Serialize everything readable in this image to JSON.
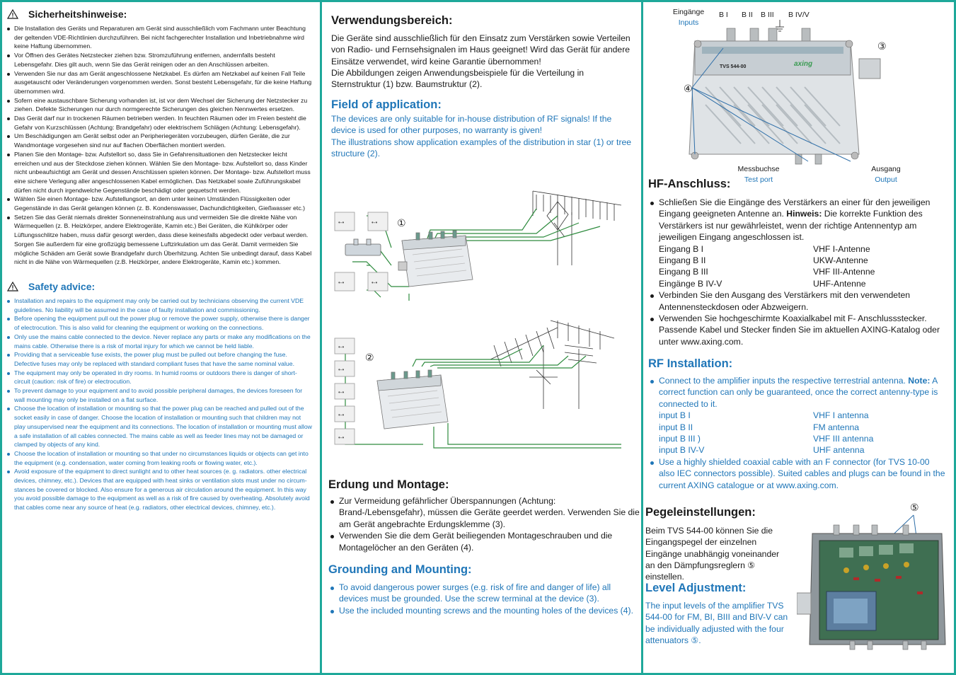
{
  "colors": {
    "frame": "#1ea89a",
    "english_text": "#1f76b8",
    "german_text": "#1a1a1a"
  },
  "safety_de": {
    "icon": "warning-triangle-icon",
    "title": "Sicherheitshinweise:",
    "items": [
      "Die Installation des Geräts und Reparaturen am Gerät sind ausschließlich vom Fachmann unter Beachtung der geltenden VDE-Richtlinien durchzuführen. Bei nicht fachgerechter Installation und Inbetriebnahme wird keine Haftung übernommen.",
      "Vor Öffnen des Gerätes Netzstecker ziehen bzw. Stromzuführung entfernen, andernfalls besteht Lebensgefahr. Dies gilt auch, wenn Sie das Gerät reinigen oder an den Anschlüssen arbeiten.",
      "Verwenden Sie nur das am Gerät angeschlossene Netzkabel. Es dürfen am Netzkabel auf keinen Fall Teile ausgetauscht oder Veränderungen vorgenommen werden. Sonst besteht Lebensgefahr, für die keine Haftung übernommen wird.",
      "Sofern eine austauschbare Sicherung vorhanden ist, ist vor dem Wechsel der Sicherung der Netzstecker zu ziehen. Defekte Sicherungen nur durch normgerechte Sicherungen des gleichen Nennwertes ersetzen.",
      "Das Gerät darf nur in trockenen Räumen betrieben werden. In feuchten Räumen oder im Freien besteht die Gefahr von Kurzschlüssen (Achtung: Brandgefahr) oder elektrischem Schlägen (Achtung: Lebensgefahr).",
      "Um Beschädigungen am Gerät selbst oder an Peripheriegeräten vorzubeugen, dürfen Geräte, die zur Wandmontage vorgesehen sind nur auf flachen Oberflächen montiert werden.",
      "Planen Sie den Montage- bzw. Aufstellort so, dass Sie in Gefahrensituationen den Netzstecker leicht erreichen und aus der Steckdose ziehen können. Wählen Sie den Montage- bzw. Aufstellort so, dass Kinder nicht unbeaufsichtigt am Gerät und dessen Anschlüssen spielen können. Der Montage- bzw. Aufstellort muss eine sichere Verlegung aller angeschlossenen Kabel ermöglichen. Das Netzkabel sowie Zuführungskabel dürfen nicht durch irgendwelche Gegenstände beschädigt oder gequetscht werden.",
      "Wählen Sie einen Montage- bzw. Aufstellungsort, an dem unter keinen Umständen Flüssigkeiten oder Gegenstände in das Gerät gelangen können (z. B. Kondenswasser, Dachundichtigkeiten, Gießwasser etc.)",
      "Setzen Sie das Gerät niemals direkter Sonneneinstrahlung aus und vermeiden Sie die direkte Nähe von Wärmequellen (z. B. Heizkörper, andere Elektrogeräte, Kamin etc.) Bei Geräten, die Kühlkörper oder Lüftungsschlitze haben, muss dafür gesorgt werden, dass diese keinesfalls abgedeckt oder verbaut werden. Sorgen Sie außerdem für eine großzügig bemessene Luftzirkulation um das Gerät. Damit vermeiden Sie mögliche Schäden am Gerät sowie Brandgefahr durch Überhitzung. Achten Sie unbedingt darauf, dass Kabel nicht in die Nähe von Wärmequellen (z.B. Heizkörper, andere Elektrogeräte, Kamin etc.) kommen."
    ]
  },
  "safety_en": {
    "icon": "warning-triangle-icon",
    "title": "Safety advice:",
    "items": [
      "Installation and repairs to the equipment may only be carried out by technicians observing the current VDE guidelines. No liability will be assumed in the case of faulty installation and commissioning.",
      "Before opening the equipment pull out the power plug or remove the power supply, otherwise there is danger of electrocution. This is also valid for cleaning the equipment or working on the connections.",
      "Only use the mains cable connected to the device. Never replace any parts or make any modifications on the mains cable. Otherwise there is a risk of mortal injury for which we cannot be held liable.",
      "Providing that a serviceable fuse exists, the power plug must be pulled out before changing the fuse. Defective fuses may only be replaced with standard compliant fuses that have the same nominal value.",
      "The equipment may only be operated in dry rooms. In humid rooms or outdoors there is danger of short-circuit (caution: risk of fire) or electrocution.",
      "To prevent damage to your equipment and to avoid possible peripheral damages, the devices foreseen for wall mounting may only be installed on a flat surface.",
      "Choose the location of installation or mounting so that the power plug can be reached and pulled out of the socket easily in case of danger. Choose the location of installation or mounting such that children may not play unsupervised near the equipment and its connections. The location of installation or mounting must allow a safe installation of all cables connected. The mains cable as well as feeder lines may not be damaged or clamped by objects of any kind.",
      "Choose the location of installation or mounting so that under no circumstances liquids or objects can get into the equipment (e.g. condensation, water coming from leaking roofs or flowing water, etc.).",
      "Avoid exposure of the equipment to direct sunlight and to other heat sources (e. g. radiators. other electrical devices, chimney, etc.). Devices that are equipped with heat sinks or ventilation slots must under no circum-stances be covered or blocked. Also ensure for a generous air circulation around the equipment. In this way you avoid possible damage to the equipment as well as a risk of fire caused by overheating. Absolutely avoid that cables come near any source of heat (e.g. radiators, other electrical devices, chimney, etc.)."
    ]
  },
  "usage_de": {
    "title": "Verwendungsbereich:",
    "line1": "Die Geräte sind ausschließlich für den Einsatz zum Verstärken sowie Verteilen von Radio- und Fernsehsignalen im Haus geeignet! Wird das Gerät für andere Einsätze verwendet, wird keine Garantie übernommen!",
    "line2": "Die Abbildungen zeigen Anwendungsbeispiele für die Verteilung in Sternstruktur (1) bzw. Baumstruktur (2)."
  },
  "usage_en": {
    "title": "Field of application:",
    "line1": "The devices are only suitable for in-house distribution of RF signals! If the device is used for other purposes, no warranty is given!",
    "line2": "The illustrations show application examples of the distribution in star (1) or tree structure (2)."
  },
  "diagrams": {
    "label1": "①",
    "label2": "②",
    "socket_symbol": "•-•"
  },
  "grounding_de": {
    "title": "Erdung und Montage:",
    "items": [
      "Zur Vermeidung gefährlicher Überspannungen (Achtung: Brand-/Lebensgefahr), müssen die Geräte geerdet werden. Verwenden Sie die am Gerät angebrachte Erdungsklemme (3).",
      "Verwenden Sie die dem Gerät beiliegenden Montageschrauben und die Montagelöcher an den Geräten (4)."
    ]
  },
  "grounding_en": {
    "title": "Grounding and Mounting:",
    "items": [
      "To avoid dangerous power surges (e.g. risk of fire and danger of life) all devices must be grounded. Use the screw terminal at the device (3).",
      "Use the included mounting screws and the mounting holes of the devices (4)."
    ]
  },
  "device": {
    "inputs_de": "Eingänge",
    "inputs_en": "Inputs",
    "ports": [
      "B I",
      "B II",
      "B III",
      "B IV/V"
    ],
    "test_de": "Messbuchse",
    "test_en": "Test port",
    "output_de": "Ausgang",
    "output_en": "Output",
    "marker3": "③",
    "marker4": "④",
    "brand": "axing",
    "model": "TVS 544-00"
  },
  "rf_de": {
    "title": "HF-Anschluss:",
    "item1_a": "Schließen Sie die Eingänge des Verstärkers an einer für den jeweiligen Eingang geeigneten Antenne an.",
    "item1_bold": "Hinweis:",
    "item1_b": "Die korrekte Funktion des Verstärkers ist nur gewährleistet, wenn der richtige Antennentyp am jeweiligen Eingang angeschlossen ist.",
    "table": [
      [
        "Eingang B I",
        "VHF I-Antenne"
      ],
      [
        "Eingang B II",
        "UKW-Antenne"
      ],
      [
        "Eingang B III",
        "VHF III-Antenne"
      ],
      [
        "Eingänge B IV-V",
        "UHF-Antenne"
      ]
    ],
    "item2": "Verbinden Sie den Ausgang des Verstärkers mit den verwendeten Antennensteckdosen oder Abzweigern.",
    "item3": "Verwenden Sie hochgeschirmte Koaxialkabel mit F- Anschlussstecker. Passende Kabel und Stecker finden Sie im aktuellen AXING-Katalog oder unter www.axing.com."
  },
  "rf_en": {
    "title": "RF Installation:",
    "item1_a": "Connect to the amplifier inputs the respective terrestrial antenna.",
    "item1_bold": "Note:",
    "item1_b": "A correct function can only be guaranteed, once the correct antenny-type is connected to it.",
    "table": [
      [
        "input B I",
        "VHF I antenna"
      ],
      [
        "input B II",
        "FM antenna"
      ],
      [
        "input B III )",
        "VHF III antenna"
      ],
      [
        "input B IV-V",
        "UHF antenna"
      ]
    ],
    "item2": "Use a highly shielded coaxial cable with an F connector (for TVS 10-00 also IEC connectors possible). Suited cables and plugs can be found in the current AXING catalogue or at www.axing.com."
  },
  "level_de": {
    "title": "Pegeleinstellungen:",
    "text": "Beim TVS 544-00 können Sie die Eingangspegel der einzelnen Eingänge unabhängig voneinander an den Dämpfungsreglern ⑤ einstellen."
  },
  "level_en": {
    "title": "Level Adjustment:",
    "text": "The input levels of the amplifier TVS 544-00 for FM, BI, BIII and BIV-V can be individually adjusted with the four attenuators ⑤."
  },
  "marker5": "⑤"
}
